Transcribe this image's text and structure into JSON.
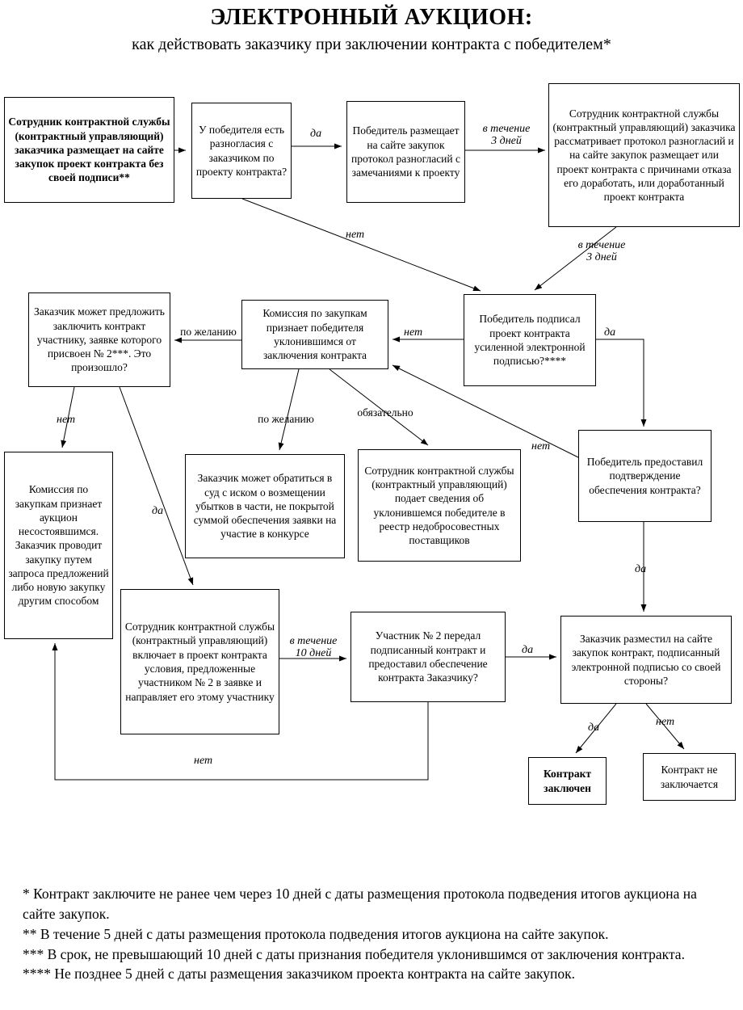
{
  "header": {
    "title": "ЭЛЕКТРОННЫЙ АУКЦИОН:",
    "subtitle": "как действовать заказчику при заключении контракта с победителем*"
  },
  "boxes": {
    "start": "Сотрудник контрактной службы (контрактный управляющий) заказчика размещает на сайте закупок проект контракта без своей подписи**",
    "disagree_question": "У победителя есть разногласия с заказчиком по проекту контракта?",
    "protocol": "Победитель размещает на сайте закупок протокол разногласий с замечаниями к проекту",
    "review": "Сотрудник контрактной службы (контрактный управляющий) заказчика рассматривает протокол разногласий и на сайте закупок размещает или проект контракта с причинами отказа его доработать, или доработанный проект контракта",
    "offer_number2_question": "Заказчик может предложить заключить контракт участнику, заявке которого присвоен № 2***. Это произошло?",
    "evader": "Комиссия по закупкам признает победителя уклонившимся от заключения контракта",
    "signed_question": "Победитель подписал проект контракта усиленной электронной подписью?****",
    "security_question": "Победитель предоставил подтверждение обеспечения контракта?",
    "court": "Заказчик может обратиться в суд с иском о возмещении убытков в части, не покрытой суммой обеспечения заявки на участие в конкурсе",
    "registry": "Сотрудник контрактной службы (контрактный управляющий) подает сведения об уклонившемся победителе в реестр недобросовестных поставщиков",
    "auction_failed": "Комиссия по закупкам признает аукцион несостоявшимся. Заказчик проводит закупку путем запроса предложений либо новую закупку другим способом",
    "include_terms": "Сотрудник контрактной службы (контрактный управляющий) включает в проект контракта условия, предложенные участником № 2 в заявке и направляет его этому участнику",
    "participant2_question": "Участник № 2 передал подписанный контракт и предоставил обеспечение контракта Заказчику?",
    "customer_signed_question": "Заказчик разместил на сайте закупок контракт, подписанный электронной подписью со своей стороны?",
    "concluded": "Контракт заключен",
    "not_concluded": "Контракт не заключается"
  },
  "labels": {
    "yes": "да",
    "no": "нет",
    "optional": "по желанию",
    "mandatory": "обязательно",
    "within_3_days": "в течение 3 дней",
    "within_10_days": "в течение 10 дней"
  },
  "footnotes": [
    "* Контракт заключите не ранее чем через 10 дней с даты размещения протокола подведения итогов аукциона на сайте закупок.",
    "** В течение 5 дней с даты размещения протокола подведения итогов аукциона на сайте закупок.",
    "*** В срок, не превышающий 10 дней с даты признания победителя уклонившимся от заключения контракта.",
    "**** Не позднее 5 дней с даты размещения заказчиком проекта контракта на сайте закупок."
  ]
}
